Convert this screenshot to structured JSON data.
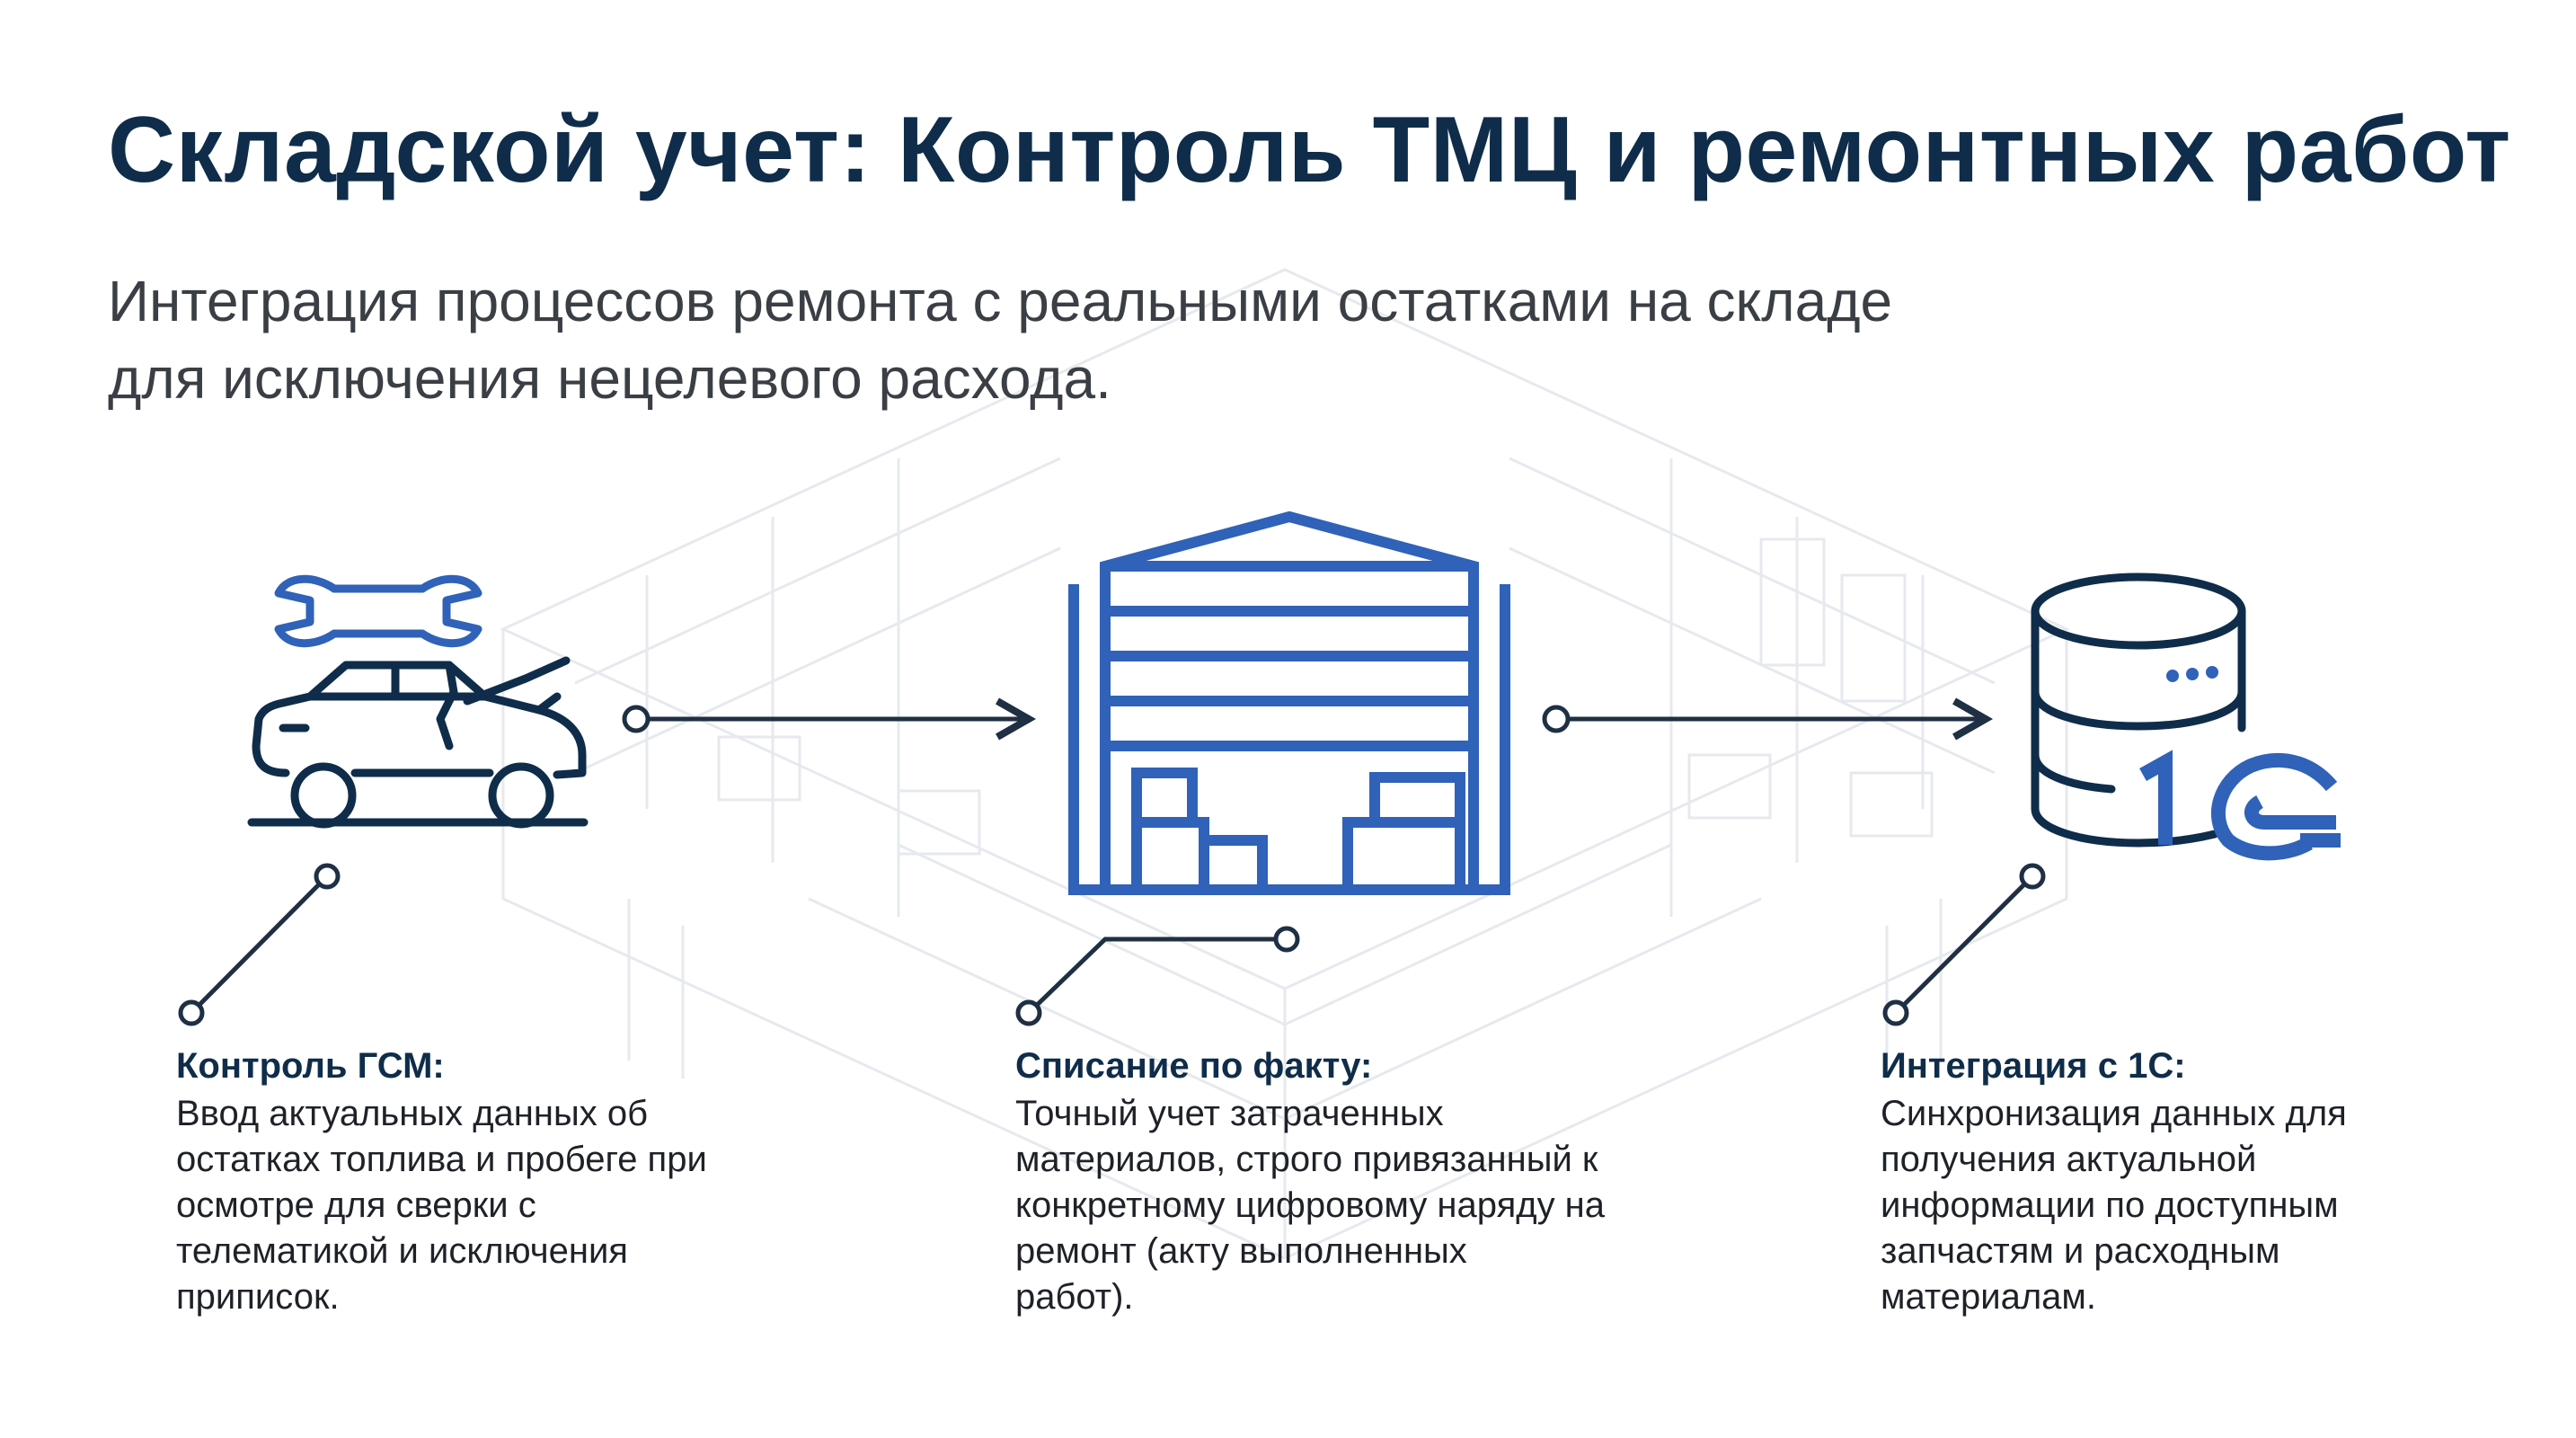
{
  "title": "Складской учет: Контроль ТМЦ и ремонтных работ",
  "subtitle_lines": [
    "Интеграция процессов ремонта с реальными остатками на складе",
    "для исключения нецелевого расхода."
  ],
  "colors": {
    "title": "#0f2d4a",
    "subtitle": "#3a3f45",
    "icon_blue": "#2f62b8",
    "icon_dark": "#0f2d4a",
    "line": "#1f2f44",
    "card_heading": "#0f2d4a",
    "card_text": "#1e2228",
    "background_sketch": "#e4e8ee"
  },
  "icons": {
    "car": "car-hood-open-icon",
    "wrench": "wrench-icon",
    "warehouse": "warehouse-icon",
    "database": "database-icon",
    "logo": "1c-logo"
  },
  "logo_text": "1С",
  "cards": [
    {
      "heading": "Контроль ГСМ:",
      "lines": [
        "Ввод актуальных данных об",
        "остатках топлива и пробеге при",
        "осмотре для сверки с",
        "телематикой и исключения",
        "приписок."
      ]
    },
    {
      "heading": "Списание по факту:",
      "lines": [
        "Точный учет затраченных",
        "материалов, строго привязанный к",
        "конкретному цифровому наряду на",
        "ремонт (акту выполненных",
        "работ)."
      ]
    },
    {
      "heading": "Интеграция с 1С:",
      "lines": [
        "Синхронизация данных для",
        "получения актуальной",
        "информации по доступным",
        "запчастям и расходным",
        "материалам."
      ]
    }
  ]
}
